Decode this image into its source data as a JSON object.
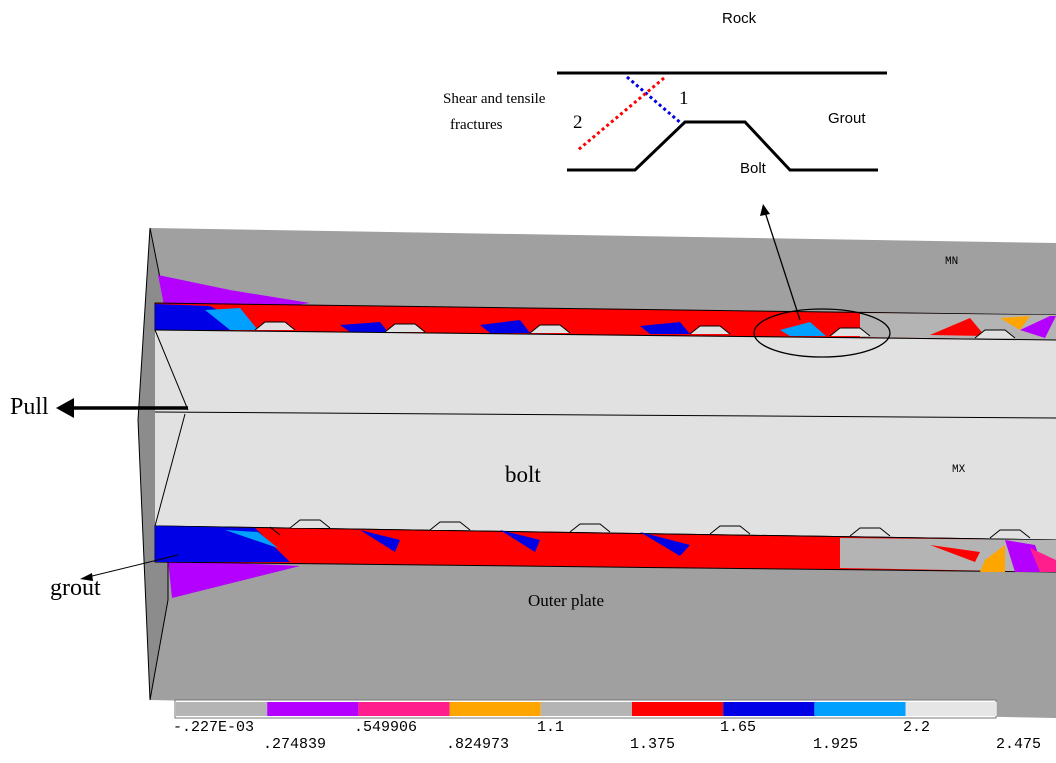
{
  "inset": {
    "rock_label": "Rock",
    "grout_label": "Grout",
    "bolt_label": "Bolt",
    "fracture_label_line1": "Shear and tensile",
    "fracture_label_line2": "fractures",
    "crack1_label": "1",
    "crack2_label": "2"
  },
  "model": {
    "pull_label": "Pull",
    "bolt_label": "bolt",
    "grout_label": "grout",
    "outer_plate_label": "Outer plate",
    "mn_label": "MN",
    "mx_label": "MX"
  },
  "legend": {
    "colors": [
      "#b4b4b4",
      "#b400ff",
      "#ff1e8c",
      "#ffa500",
      "#b4b4b4",
      "#ff0000",
      "#0000e6",
      "#00a0ff",
      "#e6e6e6"
    ],
    "labels_top": [
      "-.227E-03",
      ".549906",
      "1.1",
      "1.65",
      "2.2"
    ],
    "labels_bottom": [
      ".274839",
      ".824973",
      "1.375",
      "1.925",
      "2.475"
    ]
  },
  "colors": {
    "gray": "#a0a0a0",
    "light_gray": "#e1e1e1",
    "red": "#ff0000",
    "blue": "#0000e6",
    "cyan": "#00a0ff",
    "purple": "#b400ff",
    "magenta": "#ff1e8c",
    "orange": "#ffa500"
  }
}
